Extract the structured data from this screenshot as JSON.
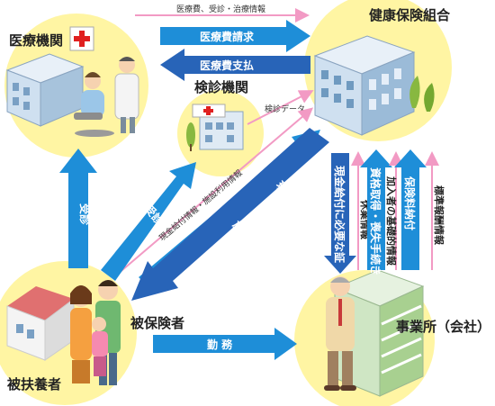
{
  "nodes": {
    "medical": "医療機関",
    "insurer": "健康保険組合",
    "checkup": "検診機関",
    "insured": "被保険者",
    "dependent": "被扶養者",
    "employer": "事業所（会社）"
  },
  "arrows": {
    "medical_info": "医療費、受診・治療情報",
    "medical_claim": "医療費請求",
    "medical_payment": "医療費支払",
    "checkup_data": "検診データ",
    "cash_benefit_info": "現金給付情報・施設利用情報",
    "cash_benefit_claim": "現金給付請求",
    "facility_application": "施設利用申請",
    "cash_benefit": "現金給付",
    "facility_service": "施設サービス",
    "consultation_medical": "受診",
    "consultation_checkup": "受診",
    "employment": "勤 務",
    "cert_required": "現金給付に必要な証",
    "leave_info": "休業情報",
    "qualification": "資格取得・喪失手続き",
    "basic_info": "加入者の基礎的情報",
    "premium_payment": "保険料納付",
    "salary_info": "標準報酬情報"
  },
  "colors": {
    "blue_arrow": "#1e8ed8",
    "dark_arrow": "#2864b8",
    "pink_arrow": "#f29ac4",
    "circle": "#fff5a3"
  }
}
